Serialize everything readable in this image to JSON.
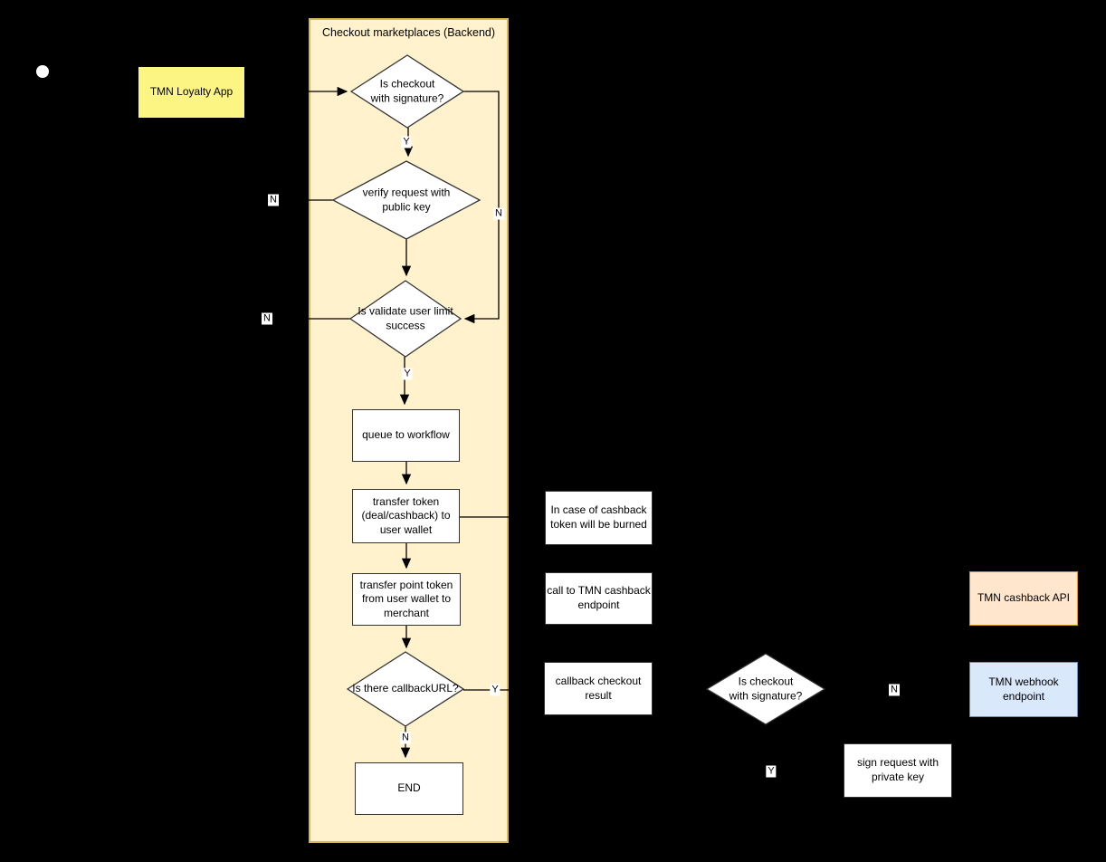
{
  "colors": {
    "background": "#000000",
    "container_fill": "#FFF2CC",
    "container_border": "#D6B656",
    "node_fill": "#FFFFFF",
    "node_border": "#333333",
    "yellow_fill": "#FCF584",
    "orange_fill": "#FFE6CC",
    "orange_border": "#D79B00",
    "blue_fill": "#DAE8FC",
    "blue_border": "#6C8EBF",
    "edge": "#000000",
    "label_bg": "#FFFFFF",
    "text": "#000000"
  },
  "container": {
    "title": "Checkout marketplaces (Backend)"
  },
  "nodes": {
    "loyalty_app": {
      "label": "TMN Loyalty App"
    },
    "d_signature": {
      "label": "Is checkout\nwith signature?"
    },
    "d_verify": {
      "label": "verify request with\npublic key"
    },
    "d_limit": {
      "label": "Is validate user limit\nsuccess"
    },
    "queue": {
      "label": "queue to workflow"
    },
    "transfer_token": {
      "label": "transfer token\n(deal/cashback) to\nuser wallet"
    },
    "transfer_point": {
      "label": "transfer point token\nfrom user wallet to\nmerchant"
    },
    "d_callback": {
      "label": "Is there callbackURL?"
    },
    "end": {
      "label": "END"
    },
    "note_burn": {
      "label": "In case of cashback\ntoken will be burned"
    },
    "note_call": {
      "label": "call to TMN cashback\nendpoint"
    },
    "note_result": {
      "label": "callback checkout\nresult"
    },
    "d_signature2": {
      "label": "Is checkout\nwith signature?"
    },
    "sign_request": {
      "label": "sign request with\nprivate key"
    },
    "cashback_api": {
      "label": "TMN cashback API"
    },
    "webhook": {
      "label": "TMN webhook\nendpoint"
    }
  },
  "edge_labels": {
    "sig_yes": "Y",
    "sig_no": "N",
    "verify_no": "N",
    "limit_no": "N",
    "limit_yes": "Y",
    "callback_yes": "Y",
    "callback_no": "N",
    "sig2_no": "N",
    "sig2_yes": "Y"
  }
}
